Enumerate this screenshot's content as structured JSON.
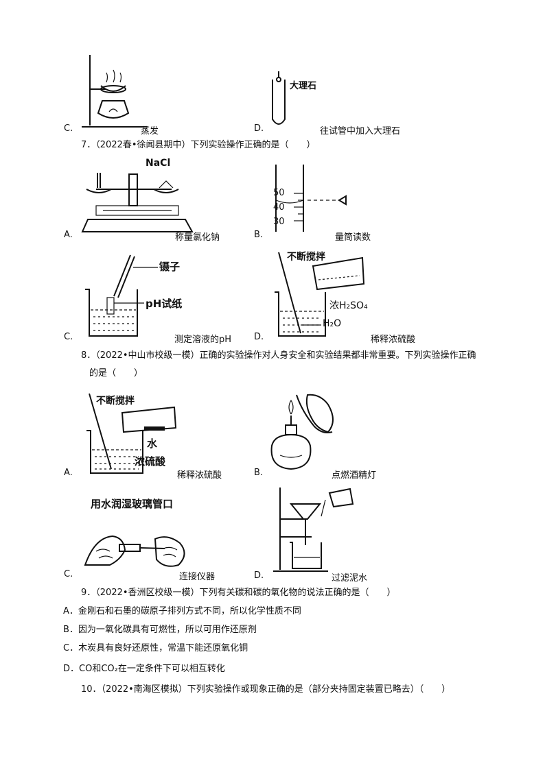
{
  "q6": {
    "optC": {
      "letter": "C.",
      "caption": "蒸发"
    },
    "optD": {
      "letter": "D.",
      "caption": "往试管中加入大理石",
      "label": "大理石"
    }
  },
  "q7": {
    "stem": "7．（2022春•徐闻县期中）下列实验操作正确的是（　　）",
    "optA": {
      "letter": "A.",
      "caption": "称量氯化钠",
      "label": "NaCl"
    },
    "optB": {
      "letter": "B.",
      "caption": "量筒读数",
      "ticks": [
        "50",
        "40",
        "30"
      ]
    },
    "optC": {
      "letter": "C.",
      "caption": "测定溶液的pH",
      "label1": "镊子",
      "label2": "pH试纸"
    },
    "optD": {
      "letter": "D.",
      "caption": "稀释浓硫酸",
      "label1": "不断搅拌",
      "label2": "浓H₂SO₄",
      "label3": "H₂O"
    }
  },
  "q8": {
    "stem1": "8．（2022•中山市校级一模）正确的实验操作对人身安全和实验结果都非常重要。下列实验操作正确",
    "stem2": "的是（　　）",
    "optA": {
      "letter": "A.",
      "caption": "稀释浓硫酸",
      "label1": "不断搅拌",
      "label2": "水",
      "label3": "浓硫酸"
    },
    "optB": {
      "letter": "B.",
      "caption": "点燃酒精灯"
    },
    "optC": {
      "letter": "C.",
      "caption": "连接仪器",
      "label": "用水润湿玻璃管口"
    },
    "optD": {
      "letter": "D.",
      "caption": "过滤泥水"
    }
  },
  "q9": {
    "stem": "9．（2022•香洲区校级一模）下列有关碳和碳的氧化物的说法正确的是（　　）",
    "options": [
      "A．金刚石和石墨的碳原子排列方式不同，所以化学性质不同",
      "B．因为一氧化碳具有可燃性，所以可用作还原剂",
      "C．木炭具有良好还原性，常温下能还原氧化铜",
      "D．CO和CO₂在一定条件下可以相互转化"
    ]
  },
  "q10": {
    "stem": "10．（2022•南海区模拟）下列实验操作或现象正确的是（部分夹持固定装置已略去）（　　）"
  }
}
